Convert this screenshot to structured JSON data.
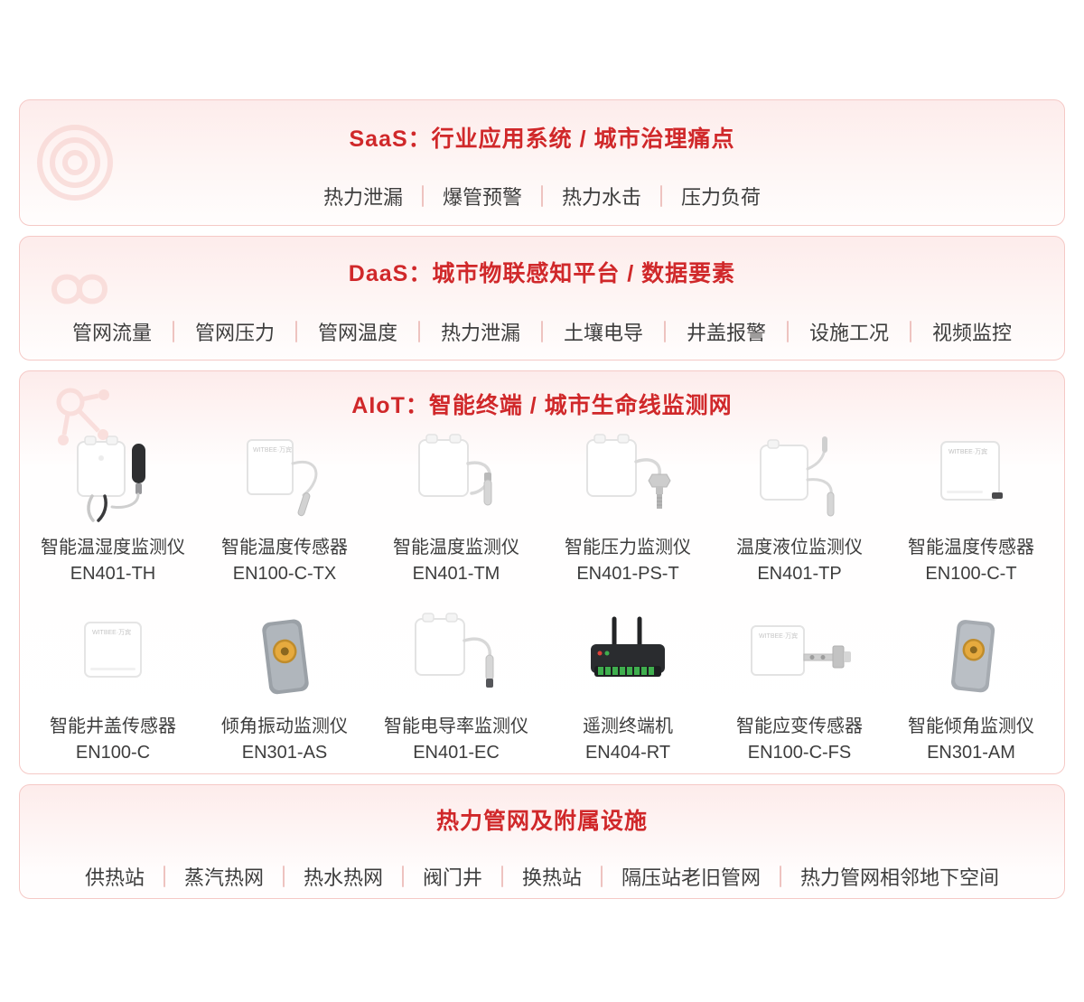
{
  "colors": {
    "accent_red": "#d0282a",
    "box_background": "#fdeceb",
    "box_border": "#f5c9c6",
    "divider": "#eec3c0",
    "text": "#3d3d3d"
  },
  "icons": {
    "saas_deco": "target-rings-icon",
    "daas_deco": "infinity-icon",
    "aiot_deco": "network-nodes-icon"
  },
  "sections": {
    "saas": {
      "title": "SaaS：行业应用系统 / 城市治理痛点",
      "items": [
        "热力泄漏",
        "爆管预警",
        "热力水击",
        "压力负荷"
      ]
    },
    "daas": {
      "title": "DaaS：城市物联感知平台 / 数据要素",
      "items": [
        "管网流量",
        "管网压力",
        "管网温度",
        "热力泄漏",
        "土壤电导",
        "井盖报警",
        "设施工况",
        "视频监控"
      ]
    },
    "aiot": {
      "title": "AIoT：智能终端 / 城市生命线监测网",
      "device_logo": "WITBEE·万宾",
      "products": [
        {
          "name": "智能温湿度监测仪",
          "model": "EN401-TH"
        },
        {
          "name": "智能温度传感器",
          "model": "EN100-C-TX"
        },
        {
          "name": "智能温度监测仪",
          "model": "EN401-TM"
        },
        {
          "name": "智能压力监测仪",
          "model": "EN401-PS-T"
        },
        {
          "name": "温度液位监测仪",
          "model": "EN401-TP"
        },
        {
          "name": "智能温度传感器",
          "model": "EN100-C-T"
        },
        {
          "name": "智能井盖传感器",
          "model": "EN100-C"
        },
        {
          "name": "倾角振动监测仪",
          "model": "EN301-AS"
        },
        {
          "name": "智能电导率监测仪",
          "model": "EN401-EC"
        },
        {
          "name": "遥测终端机",
          "model": "EN404-RT"
        },
        {
          "name": "智能应变传感器",
          "model": "EN100-C-FS"
        },
        {
          "name": "智能倾角监测仪",
          "model": "EN301-AM"
        }
      ]
    },
    "infra": {
      "title": "热力管网及附属设施",
      "items": [
        "供热站",
        "蒸汽热网",
        "热水热网",
        "阀门井",
        "换热站",
        "隔压站老旧管网",
        "热力管网相邻地下空间"
      ]
    }
  }
}
